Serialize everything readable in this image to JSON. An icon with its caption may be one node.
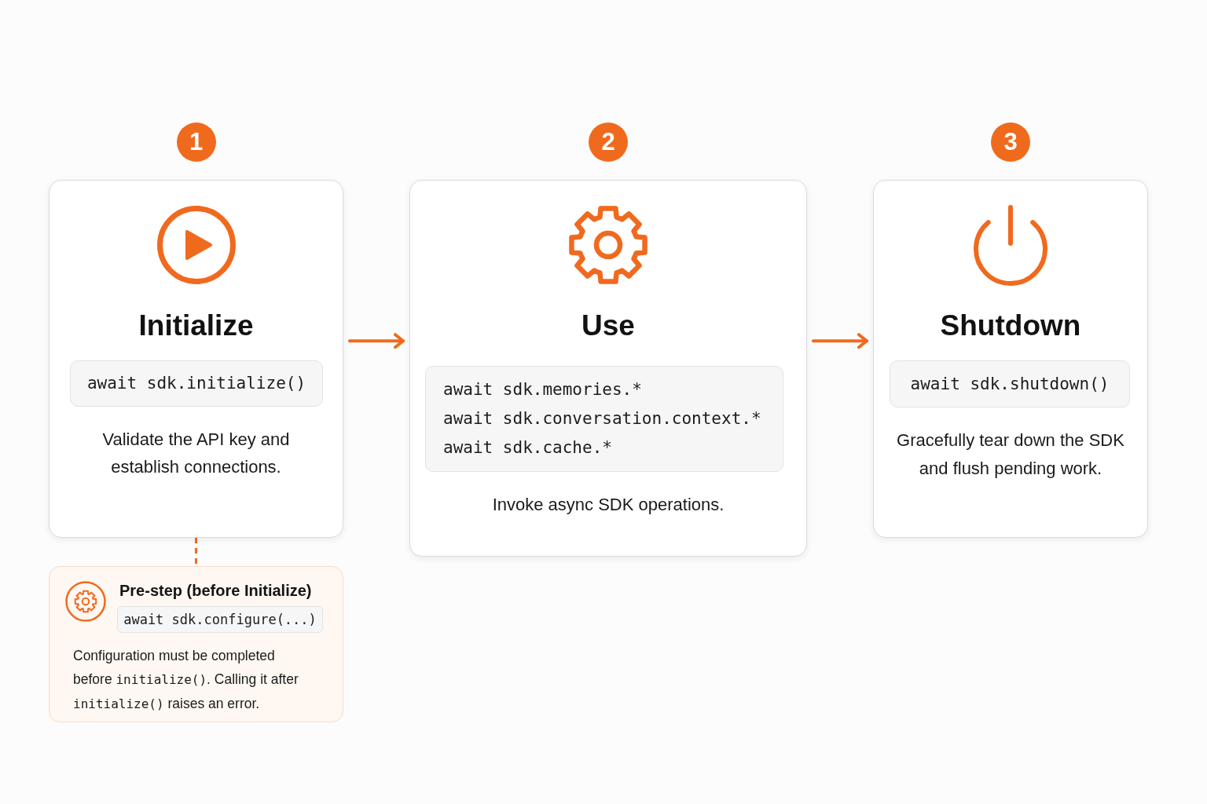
{
  "diagram": {
    "nodes": [
      {
        "text": [
          "Initialize",
          "Validate the API key and establish connections."
        ],
        "beside": [
          "1"
        ]
      },
      {
        "text": [
          "await sdk.initialize()"
        ],
        "in": 0
      },
      {
        "text": [
          "Use",
          "Invoke async SDK operations."
        ],
        "beside": [
          "2"
        ]
      },
      {
        "text": [
          "await sdk.memories.*",
          "await sdk.conversation.context.*",
          "await sdk.cache.*"
        ],
        "in": 2
      },
      {
        "text": [
          "Shutdown",
          "Gracefully tear down the SDK and flush pending work."
        ],
        "beside": [
          "3"
        ]
      },
      {
        "text": [
          "await sdk.shutdown()"
        ],
        "in": 4
      },
      {
        "text": [
          "Pre-step (before Initialize)",
          "Configuration must be completed before initialize(). Calling it after initialize() raises an error."
        ]
      },
      {
        "text": [
          "await sdk.configure(...)"
        ],
        "in": 6
      }
    ],
    "edges": [
      {
        "from": 0,
        "to": 2,
        "arrow": "to"
      },
      {
        "from": 2,
        "to": 4,
        "arrow": "to"
      },
      {
        "from": 0,
        "to": 6,
        "arrow": "none",
        "style": "dashed"
      }
    ]
  }
}
